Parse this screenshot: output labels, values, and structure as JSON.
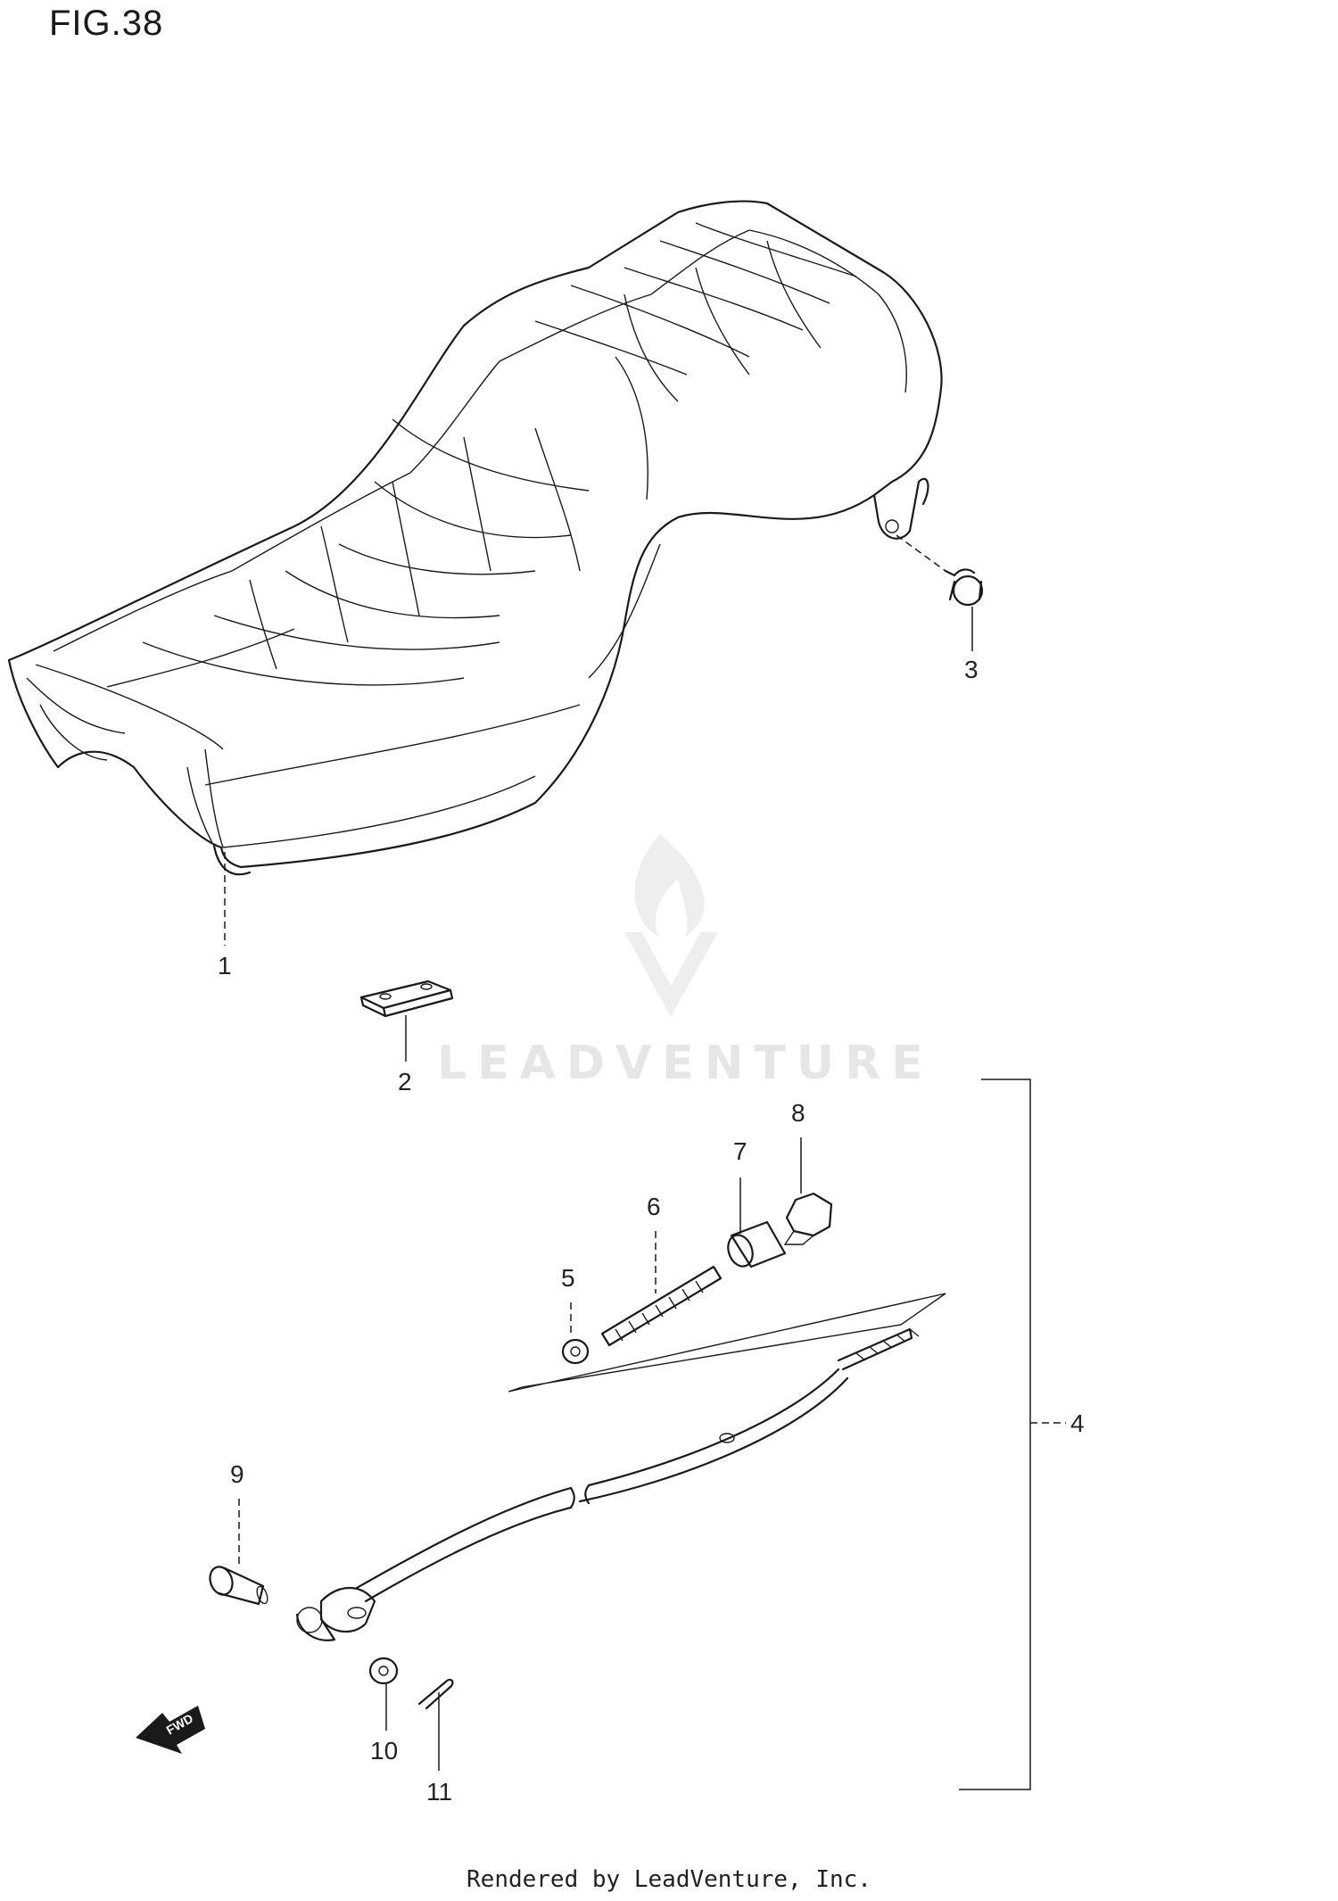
{
  "figure": {
    "title": "FIG.38"
  },
  "watermark": {
    "text": "LEADVENTURE"
  },
  "footer": {
    "text": "Rendered by LeadVenture, Inc."
  },
  "fwd_label": "FWD",
  "callouts": {
    "c1": "1",
    "c2": "2",
    "c3": "3",
    "c4": "4",
    "c5": "5",
    "c6": "6",
    "c7": "7",
    "c8": "8",
    "c9": "9",
    "c10": "10",
    "c11": "11"
  }
}
